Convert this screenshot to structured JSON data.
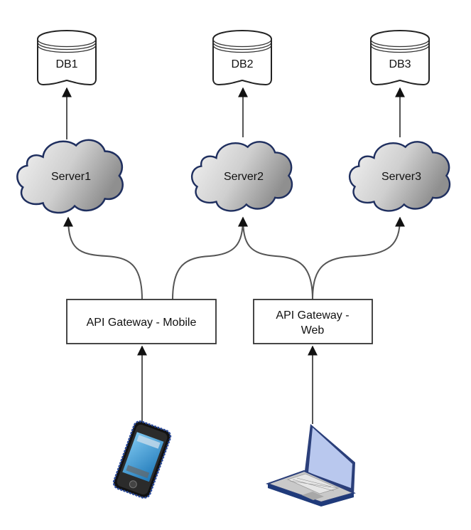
{
  "diagram": {
    "type": "architecture",
    "databases": [
      {
        "id": "db1",
        "label": "DB1"
      },
      {
        "id": "db2",
        "label": "DB2"
      },
      {
        "id": "db3",
        "label": "DB3"
      }
    ],
    "servers": [
      {
        "id": "server1",
        "label": "Server1"
      },
      {
        "id": "server2",
        "label": "Server2"
      },
      {
        "id": "server3",
        "label": "Server3"
      }
    ],
    "gateways": [
      {
        "id": "gw_mobile",
        "label_lines": [
          "API Gateway - Mobile"
        ]
      },
      {
        "id": "gw_web",
        "label_lines": [
          "API Gateway -",
          "Web"
        ]
      }
    ],
    "clients": [
      {
        "id": "phone",
        "icon": "mobile-phone-icon"
      },
      {
        "id": "laptop",
        "icon": "laptop-icon"
      }
    ],
    "edges": [
      {
        "from": "server1",
        "to": "db1"
      },
      {
        "from": "server2",
        "to": "db2"
      },
      {
        "from": "server3",
        "to": "db3"
      },
      {
        "from": "gw_mobile",
        "to": "server1"
      },
      {
        "from": "gw_mobile",
        "to": "server2"
      },
      {
        "from": "gw_web",
        "to": "server2"
      },
      {
        "from": "gw_web",
        "to": "server3"
      },
      {
        "from": "phone",
        "to": "gw_mobile"
      },
      {
        "from": "laptop",
        "to": "gw_web"
      }
    ],
    "colors": {
      "edge": "#555555",
      "cloud_stroke": "#1f2f5f",
      "cloud_fill_light": "#f2f2f2",
      "cloud_fill_dark": "#9a9a9a",
      "box_stroke": "#333333",
      "screen_blue": "#b9c8ee",
      "phone_screen": "#3aa0dc"
    }
  }
}
